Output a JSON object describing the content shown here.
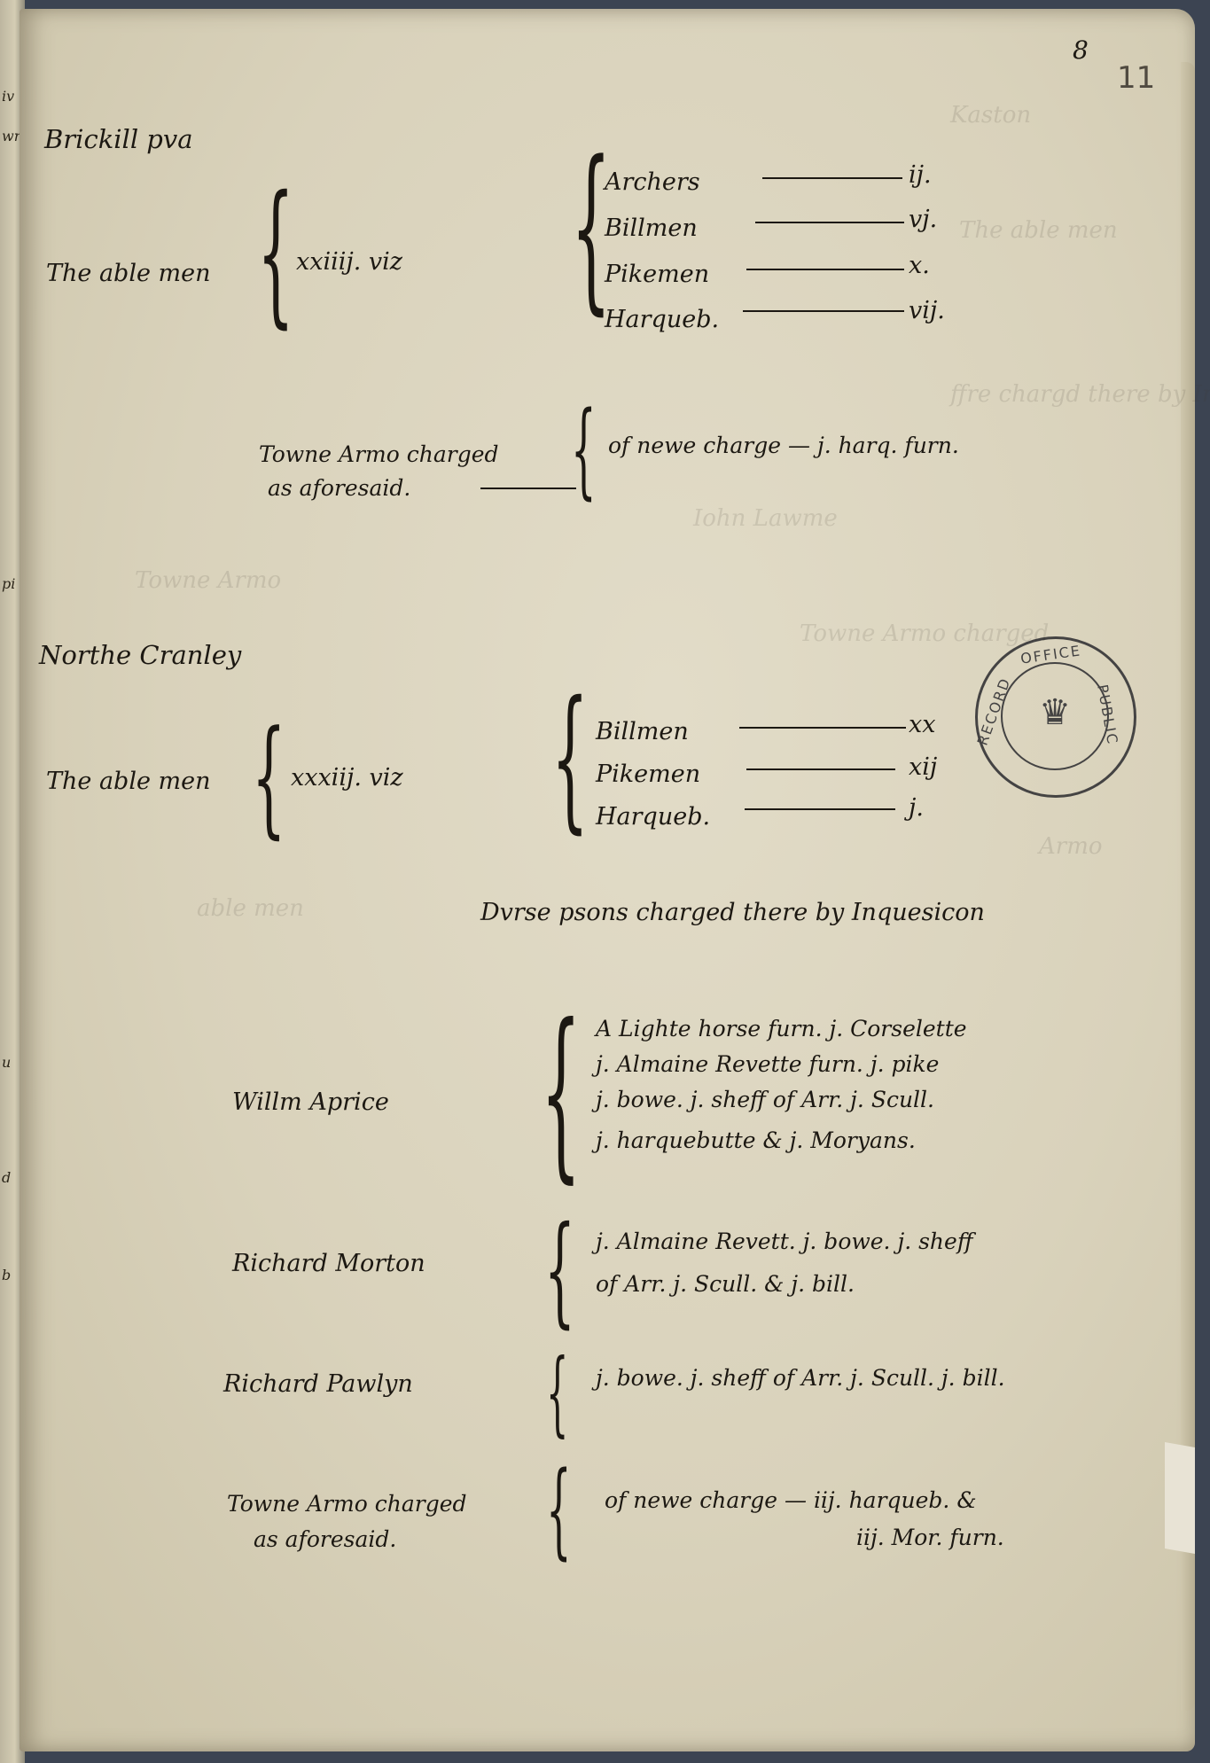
{
  "folio": {
    "handwritten": "8",
    "stamped": "11"
  },
  "gutter_fragments": [
    "iv",
    "wr",
    "pi",
    "u",
    "d",
    "b"
  ],
  "section1": {
    "place": "Brickill pva",
    "able_men_label": "The able men",
    "able_men_count": "xxiiij. viz",
    "weapons": [
      {
        "name": "Archers",
        "count": "ij."
      },
      {
        "name": "Billmen",
        "count": "vj."
      },
      {
        "name": "Pikemen",
        "count": "x."
      },
      {
        "name": "Harqueb.",
        "count": "vij."
      }
    ],
    "town_armour_label_1": "Towne Armo charged",
    "town_armour_label_2": "as aforesaid.",
    "town_armour_value": "of newe charge — j. harq. furn."
  },
  "section2": {
    "place": "Northe Cranley",
    "able_men_label": "The able men",
    "able_men_count": "xxxiij. viz",
    "weapons": [
      {
        "name": "Billmen",
        "count": "xx"
      },
      {
        "name": "Pikemen",
        "count": "xij"
      },
      {
        "name": "Harqueb.",
        "count": "j."
      }
    ],
    "inquisition_heading": "Dvrse psons charged there by Inquesicon",
    "persons": [
      {
        "name": "Willm Aprice",
        "lines": [
          "A Lighte horse furn. j. Corselette",
          "j. Almaine Revette furn. j. pike",
          "j. bowe. j. sheff of Arr. j. Scull.",
          "j. harquebutte & j. Moryans."
        ]
      },
      {
        "name": "Richard Morton",
        "lines": [
          "j. Almaine Revett. j. bowe. j. sheff",
          "of Arr. j. Scull. & j. bill."
        ]
      },
      {
        "name": "Richard Pawlyn",
        "lines": [
          "j. bowe. j. sheff of Arr. j. Scull. j. bill."
        ]
      }
    ],
    "town_armour_label_1": "Towne Armo charged",
    "town_armour_label_2": "as aforesaid.",
    "town_armour_value_1": "of newe charge — iij. harqueb. &",
    "town_armour_value_2": "iij. Mor. furn."
  },
  "stamp": {
    "text_top": "OFFICE",
    "text_left": "RECORD",
    "text_right": "PUBLIC",
    "glyph": "♛"
  }
}
